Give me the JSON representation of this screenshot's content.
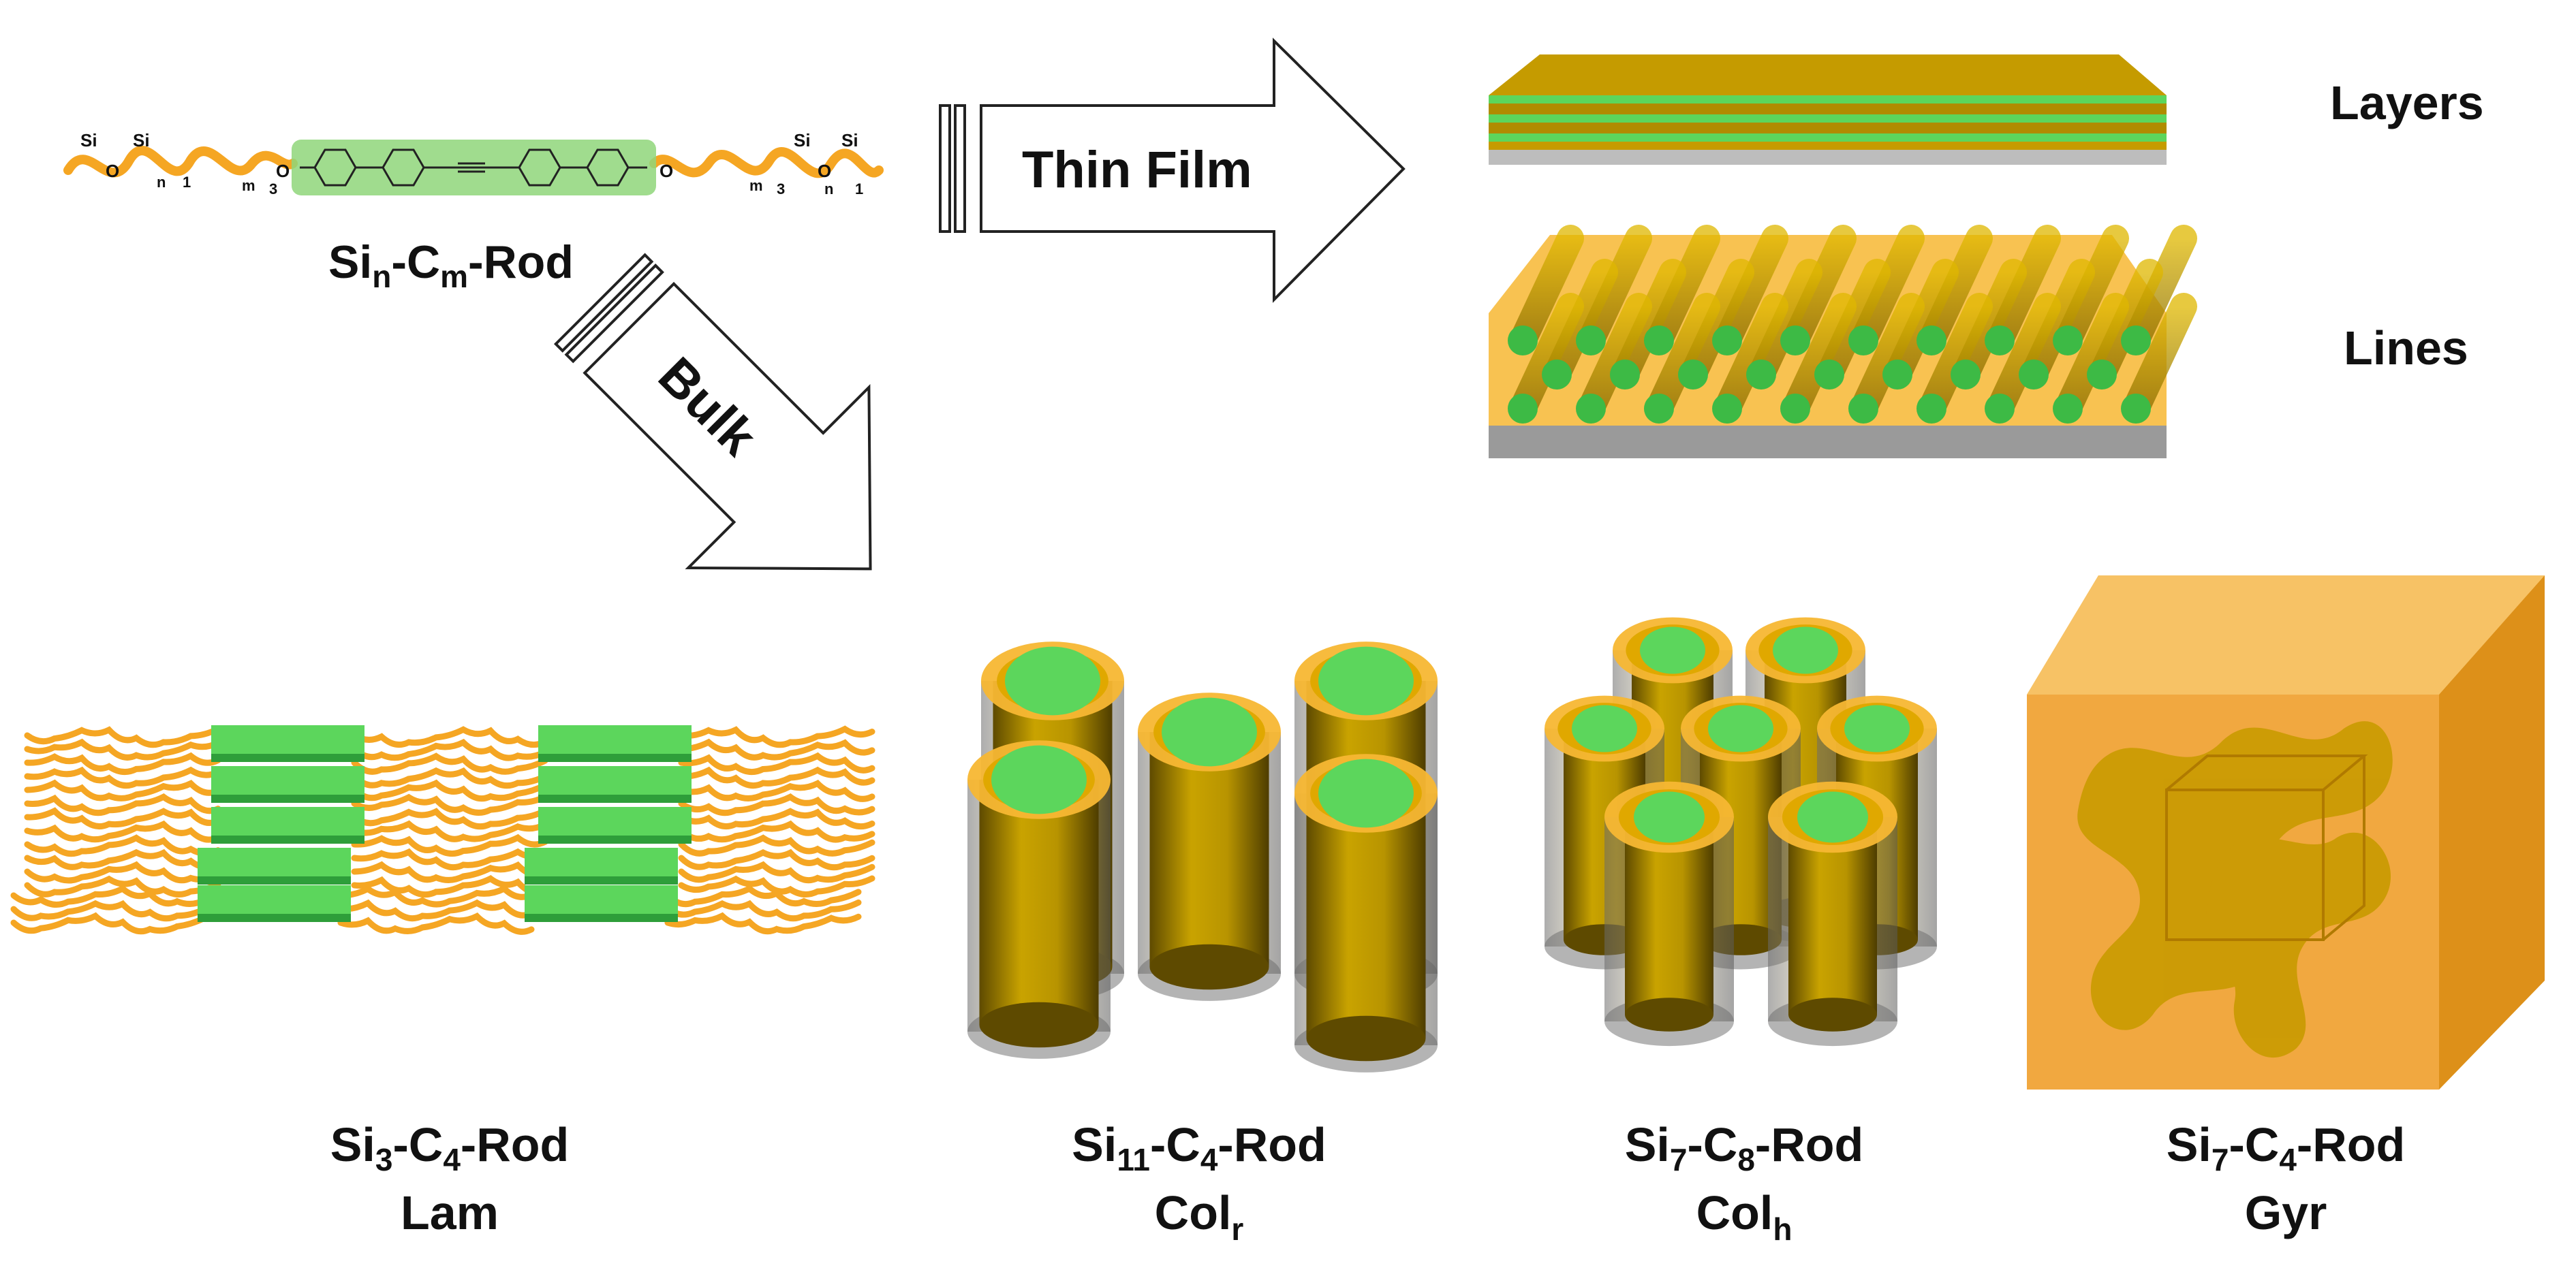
{
  "molecule": {
    "label_parts": [
      "Si",
      "n",
      "-C",
      "m",
      "-Rod"
    ],
    "formula_atoms": [
      "Si",
      "O",
      "Si",
      "O",
      "O",
      "Si",
      "O",
      "Si"
    ],
    "formula_subscripts": [
      "n",
      "1",
      "m",
      "3",
      "m",
      "3",
      "n",
      "1"
    ]
  },
  "arrows": {
    "thin_film": "Thin Film",
    "bulk": "Bulk"
  },
  "film_labels": {
    "layers": "Layers",
    "lines": "Lines"
  },
  "phases": [
    {
      "name_parts": [
        "Si",
        "3",
        "-C",
        "4",
        "-Rod"
      ],
      "phase": [
        "Lam",
        ""
      ]
    },
    {
      "name_parts": [
        "Si",
        "11",
        "-C",
        "4",
        "-Rod"
      ],
      "phase": [
        "Col",
        "r"
      ]
    },
    {
      "name_parts": [
        "Si",
        "7",
        "-C",
        "8",
        "-Rod"
      ],
      "phase": [
        "Col",
        "h"
      ]
    },
    {
      "name_parts": [
        "Si",
        "7",
        "-C",
        "4",
        "-Rod"
      ],
      "phase": [
        "Gyr",
        ""
      ]
    }
  ],
  "colors": {
    "siloxane_orange": "#F5A623",
    "rod_green": "#5CD65C",
    "rod_green_dark": "#2E9E3A",
    "column_gold": "#B08C00",
    "shell_orange": "#F7B733",
    "substrate_gray": "#9A9A9A"
  }
}
